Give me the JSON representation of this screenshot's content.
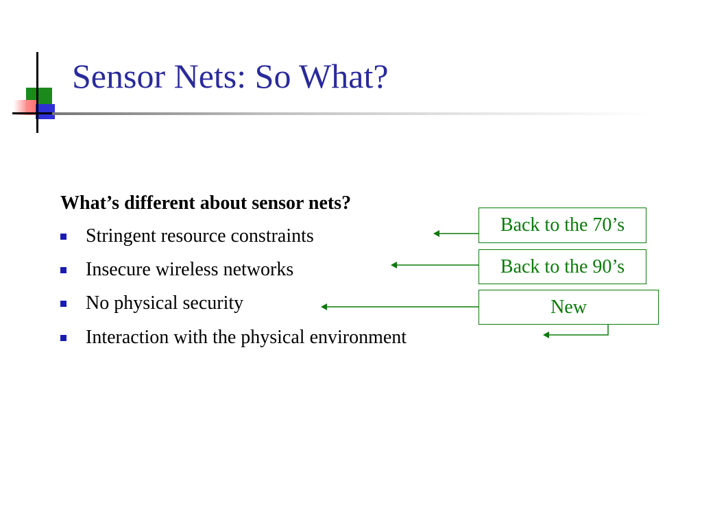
{
  "slide": {
    "title": "Sensor Nets: So What?",
    "heading": "What’s different about sensor nets?",
    "bullets": [
      "Stringent resource constraints",
      "Insecure wireless networks",
      "No physical security",
      "Interaction with the physical environment"
    ],
    "callouts": [
      "Back to the 70’s",
      "Back to the 90’s",
      "New"
    ]
  },
  "colors": {
    "title": "#2a2a9c",
    "bullet_marker": "#1b1bb0",
    "callout": "#0a7a0a",
    "logo_green": "#1a8a1a",
    "logo_red": "#ff6a6a",
    "logo_blue": "#3030d8"
  }
}
